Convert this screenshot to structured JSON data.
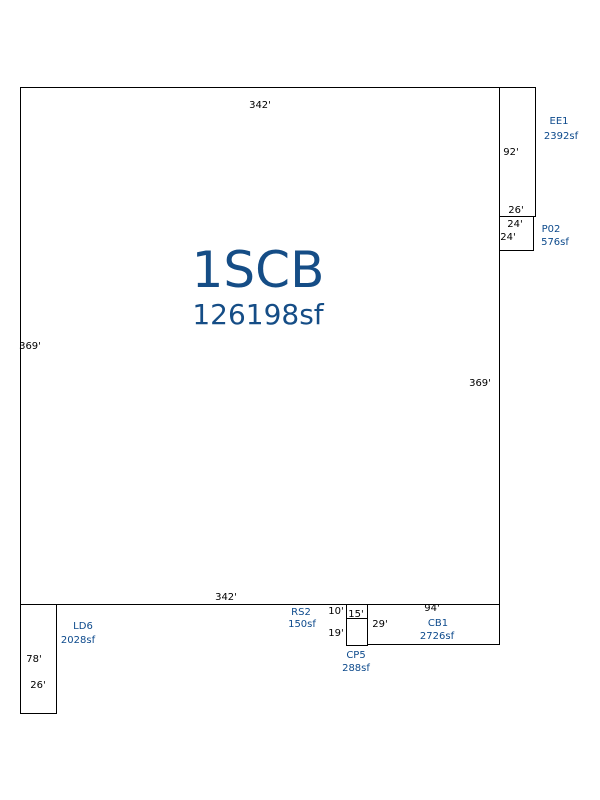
{
  "colors": {
    "label": "#0d4a8c",
    "main_label": "#154d86",
    "line": "#000000",
    "dimension": "#000000"
  },
  "main": {
    "name": "1SCB",
    "area": "126198sf",
    "dim_top": "342'",
    "dim_bottom": "342'",
    "dim_left": "369'",
    "dim_right": "369'"
  },
  "rooms": {
    "ee1": {
      "name": "EE1",
      "area": "2392sf",
      "dim_height": "92'",
      "dim_width": "26'"
    },
    "p02": {
      "name": "P02",
      "area": "576sf",
      "dim_width": "24'",
      "dim_height": "24'"
    },
    "ld6": {
      "name": "LD6",
      "area": "2028sf",
      "dim_height": "78'",
      "dim_width": "26'"
    },
    "rs2": {
      "name": "RS2",
      "area": "150sf",
      "dim_height": "10'",
      "dim_width": "15'"
    },
    "cp5": {
      "name": "CP5",
      "area": "288sf",
      "dim_height": "19'"
    },
    "cb1": {
      "name": "CB1",
      "area": "2726sf",
      "dim_width": "94'",
      "dim_height": "29'"
    }
  }
}
